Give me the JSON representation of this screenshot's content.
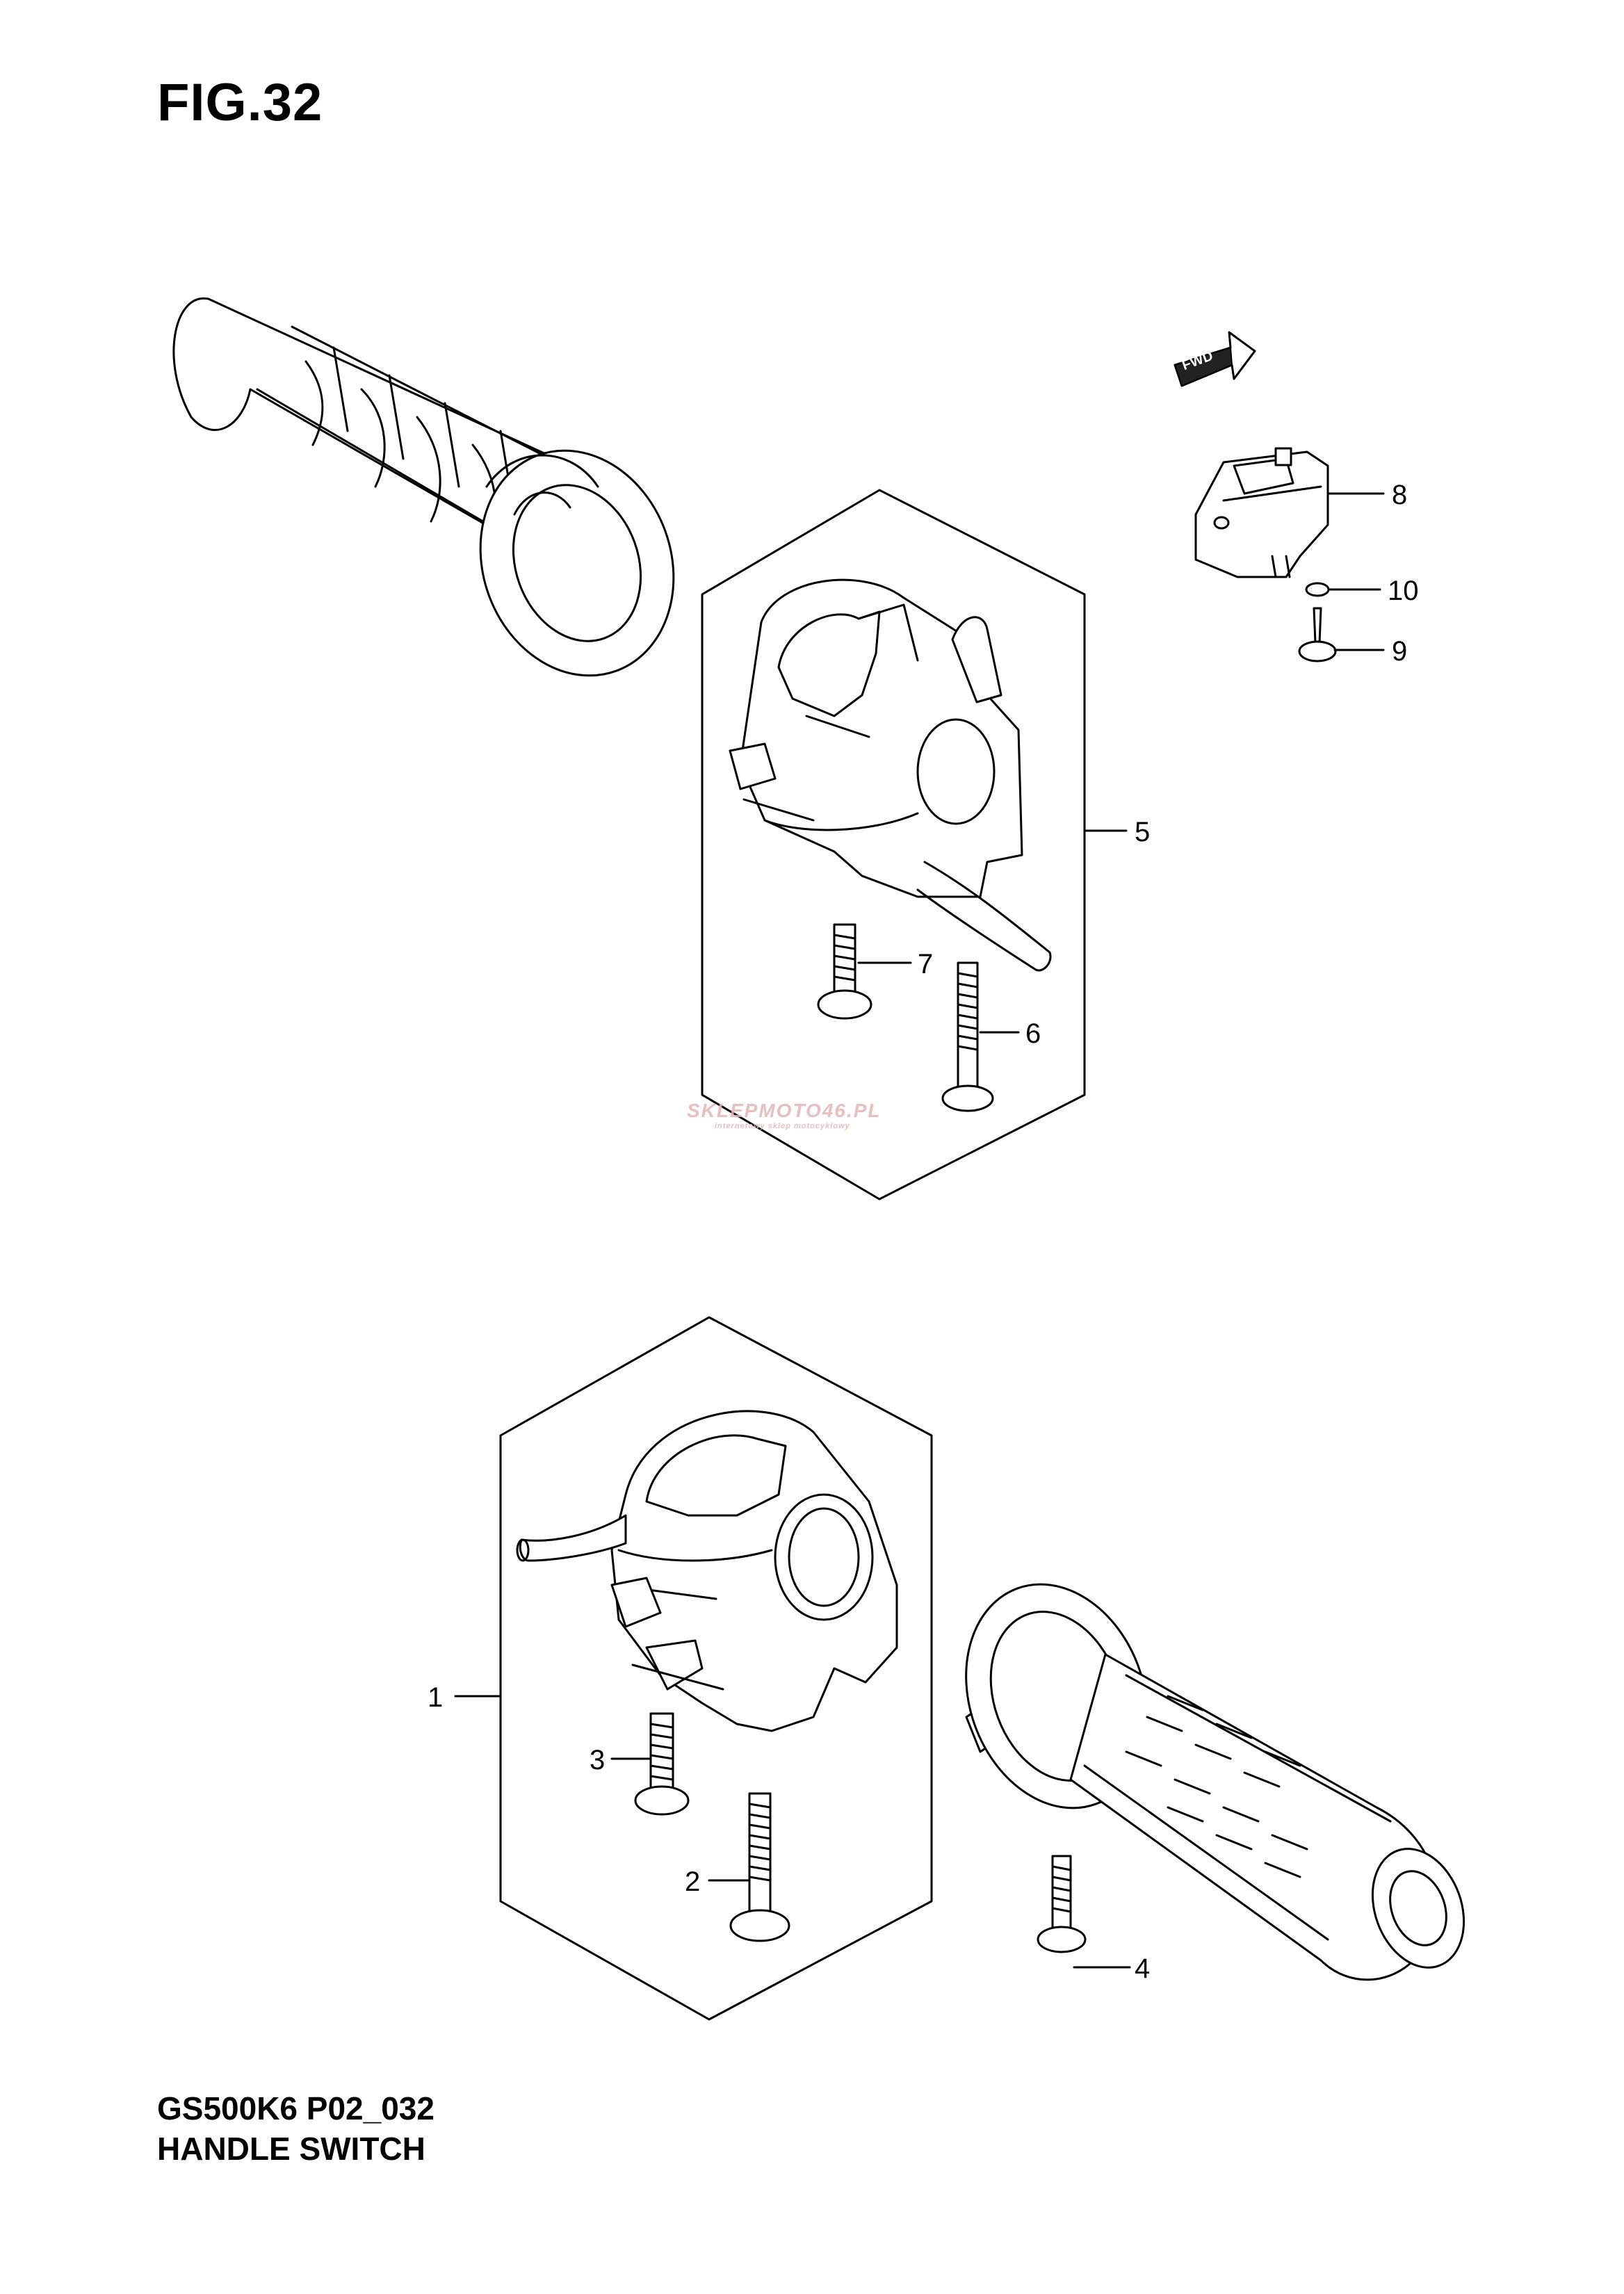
{
  "figure": {
    "title": "FIG.32",
    "model_code": "GS500K6 P02_032",
    "section_name": "HANDLE SWITCH"
  },
  "direction_badge": "FWD",
  "watermark": {
    "brand": "SKLEPMOTO46.PL",
    "tagline": "internetowy sklep motocyklowy"
  },
  "callouts": [
    {
      "id": "1",
      "label": "1"
    },
    {
      "id": "2",
      "label": "2"
    },
    {
      "id": "3",
      "label": "3"
    },
    {
      "id": "4",
      "label": "4"
    },
    {
      "id": "5",
      "label": "5"
    },
    {
      "id": "6",
      "label": "6"
    },
    {
      "id": "7",
      "label": "7"
    },
    {
      "id": "8",
      "label": "8"
    },
    {
      "id": "9",
      "label": "9"
    },
    {
      "id": "10",
      "label": "10"
    }
  ],
  "icons": [
    "handlebar-grip-left",
    "handlebar-grip-right",
    "right-handle-switch",
    "left-handle-switch",
    "screw",
    "relay-switch",
    "washer",
    "fwd-arrow"
  ]
}
